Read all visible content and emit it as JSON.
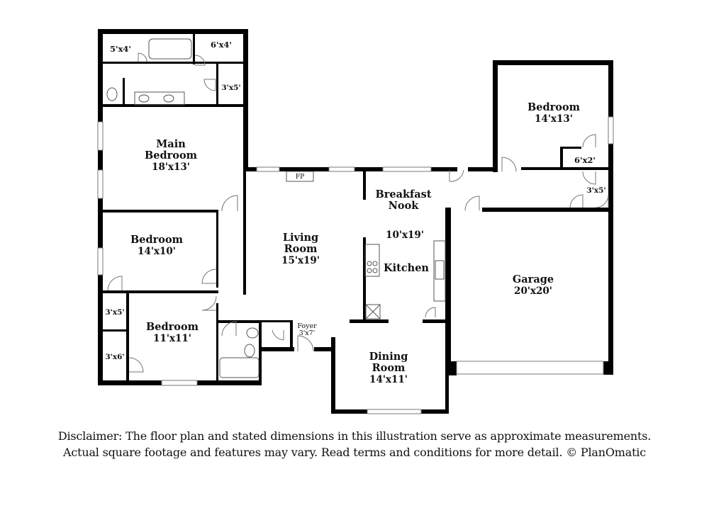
{
  "rooms": {
    "bath_closet_left": {
      "dim": "5'x4'"
    },
    "bath_closet_right": {
      "dim": "6'x4'"
    },
    "bath_closet_small": {
      "dim": "3'x5'"
    },
    "main_bedroom": {
      "name_line1": "Main",
      "name_line2": "Bedroom",
      "dim": "18'x13'"
    },
    "bedroom_2": {
      "name": "Bedroom",
      "dim": "14'x10'"
    },
    "closet_a": {
      "dim": "3'x5'"
    },
    "bedroom_3": {
      "name": "Bedroom",
      "dim": "11'x11'"
    },
    "closet_b": {
      "dim": "3'x6'"
    },
    "living_room": {
      "name_line1": "Living",
      "name_line2": "Room",
      "dim": "15'x19'"
    },
    "fireplace": {
      "label": "FP"
    },
    "foyer": {
      "name": "Foyer",
      "dim": "3'x7'"
    },
    "breakfast_nook": {
      "name_line1": "Breakfast",
      "name_line2": "Nook",
      "dim": "10'x19'"
    },
    "kitchen": {
      "name": "Kitchen"
    },
    "dining_room": {
      "name_line1": "Dining",
      "name_line2": "Room",
      "dim": "14'x11'"
    },
    "bedroom_4": {
      "name": "Bedroom",
      "dim": "14'x13'"
    },
    "closet_c": {
      "dim": "6'x2'"
    },
    "closet_d": {
      "dim": "3'x5'"
    },
    "garage": {
      "name": "Garage",
      "dim": "20'x20'"
    }
  },
  "disclaimer": {
    "line1": "Disclaimer: The floor plan and stated dimensions in this illustration serve as approximate measurements.",
    "line2": "Actual square footage and features may vary. Read terms and conditions for more detail. © PlanOmatic"
  },
  "colors": {
    "wall": "#000000",
    "fixture": "#555555",
    "background": "#ffffff"
  }
}
